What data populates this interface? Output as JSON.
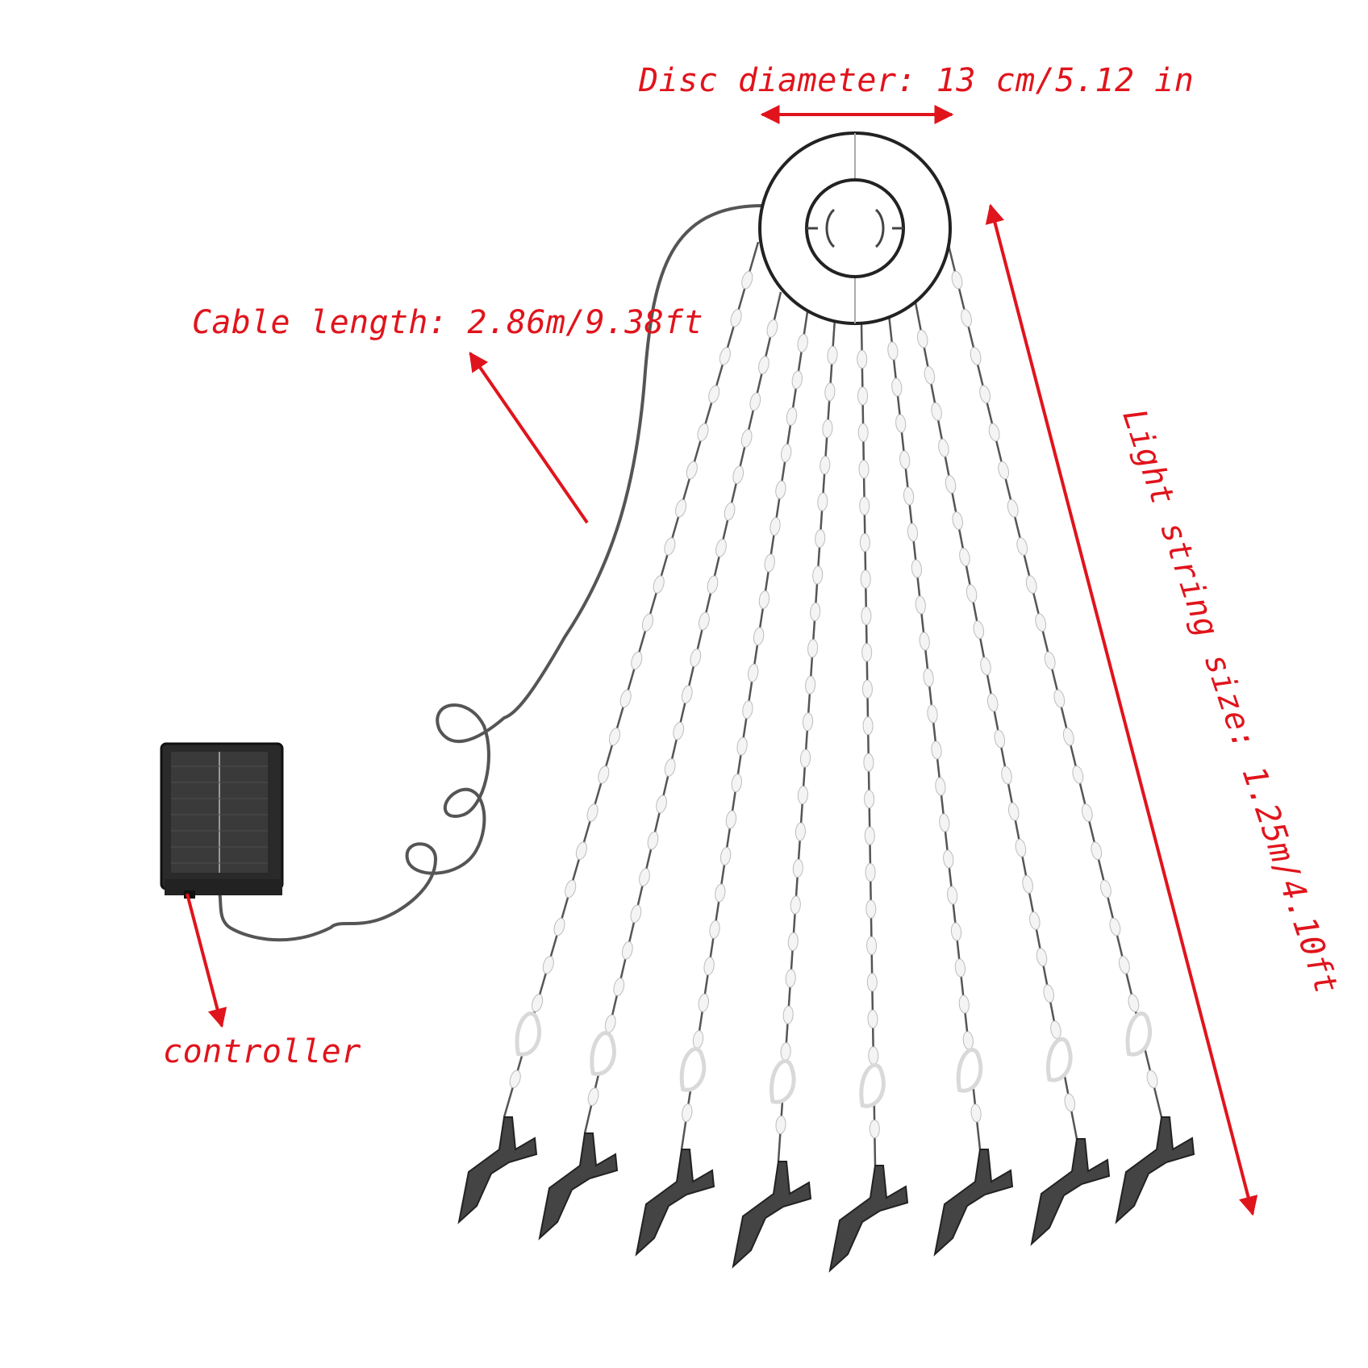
{
  "title": "",
  "labels": {
    "disc_diameter": "Disc diameter: 13 cm/5.12 in",
    "cable_length": "Cable length: 2.86m/9.38ft",
    "controller": "controller",
    "light_string_size": "Light string size: 1.25m/4.10ft"
  },
  "parts": {
    "disc": "mounting-disc",
    "solar_panel": "solar-panel",
    "cable": "coiled-cable",
    "light_strings": "light-string",
    "clips": "alligator-clip"
  },
  "colors": {
    "annotation": "#e0141c",
    "wire": "#555555",
    "bulb": "#f4f4f4",
    "clip": "#444444",
    "panel": "#2a2a2a"
  },
  "light_string_count": 8
}
